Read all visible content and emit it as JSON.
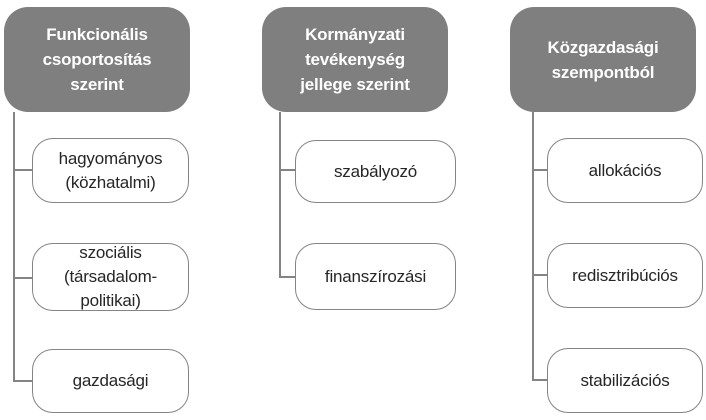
{
  "diagram": {
    "columns": [
      {
        "header": "Funkcionális\ncsoportosítás\nszerint",
        "items": [
          "hagyományos\n(közhatalmi)",
          "szociális\n(társadalom-\npolitikai)",
          "gazdasági"
        ]
      },
      {
        "header": "Kormányzati\ntevékenység\njellege szerint",
        "items": [
          "szabályozó",
          "finanszírozási"
        ]
      },
      {
        "header": "Közgazdasági\nszempontból",
        "items": [
          "allokációs",
          "redisztribúciós",
          "stabilizációs"
        ]
      }
    ],
    "colors": {
      "header_bg": "#7f7f7f",
      "header_text": "#ffffff",
      "item_bg": "#ffffff",
      "item_border": "#848484",
      "item_text": "#262626",
      "connector": "#848484",
      "canvas_bg": "#ffffff"
    }
  }
}
